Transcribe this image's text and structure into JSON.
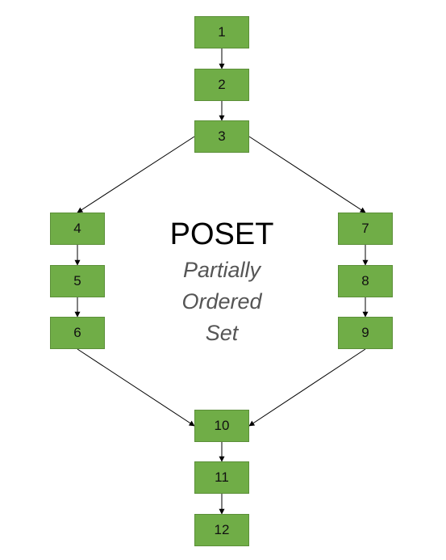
{
  "nodes": [
    {
      "id": "1",
      "label": "1"
    },
    {
      "id": "2",
      "label": "2"
    },
    {
      "id": "3",
      "label": "3"
    },
    {
      "id": "4",
      "label": "4"
    },
    {
      "id": "5",
      "label": "5"
    },
    {
      "id": "6",
      "label": "6"
    },
    {
      "id": "7",
      "label": "7"
    },
    {
      "id": "8",
      "label": "8"
    },
    {
      "id": "9",
      "label": "9"
    },
    {
      "id": "10",
      "label": "10"
    },
    {
      "id": "11",
      "label": "11"
    },
    {
      "id": "12",
      "label": "12"
    }
  ],
  "edges": [
    {
      "from": "1",
      "to": "2"
    },
    {
      "from": "2",
      "to": "3"
    },
    {
      "from": "3",
      "to": "4"
    },
    {
      "from": "3",
      "to": "7"
    },
    {
      "from": "4",
      "to": "5"
    },
    {
      "from": "5",
      "to": "6"
    },
    {
      "from": "7",
      "to": "8"
    },
    {
      "from": "8",
      "to": "9"
    },
    {
      "from": "6",
      "to": "10"
    },
    {
      "from": "9",
      "to": "10"
    },
    {
      "from": "10",
      "to": "11"
    },
    {
      "from": "11",
      "to": "12"
    }
  ],
  "caption": {
    "title": "POSET",
    "line1": "Partially",
    "line2": "Ordered",
    "line3": "Set"
  },
  "colors": {
    "node_fill": "#70ad47",
    "edge": "#000000",
    "subtitle": "#555555"
  }
}
